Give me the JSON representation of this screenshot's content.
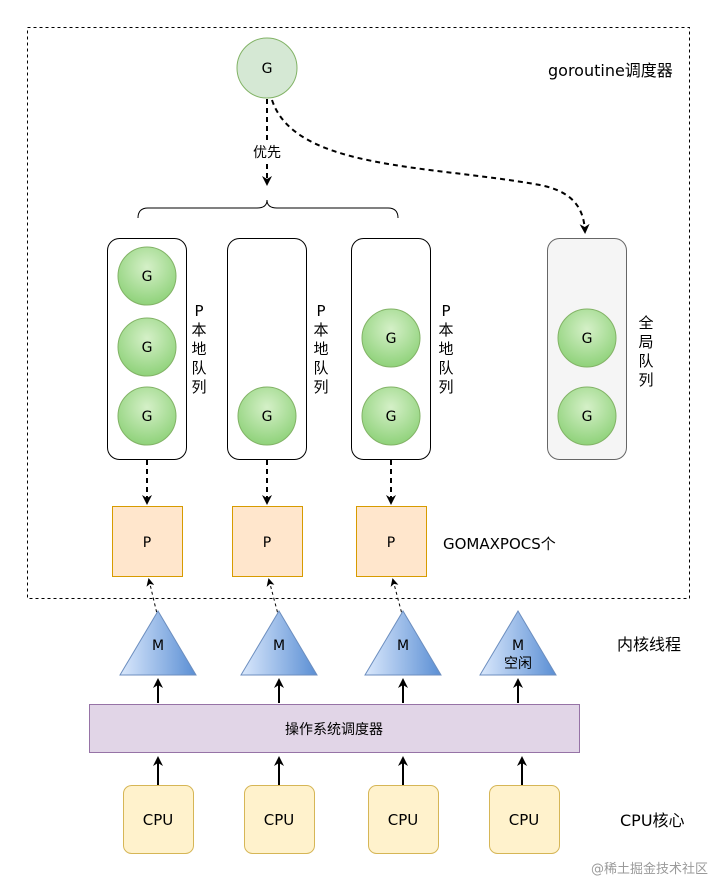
{
  "labels": {
    "goroutine_scheduler": "goroutine调度器",
    "priority": "优先",
    "gomaxprocs": "GOMAXPOCS个",
    "kernel_threads": "内核线程",
    "os_scheduler": "操作系统调度器",
    "cpu_cores": "CPU核心",
    "watermark": "@稀土掘金技术社区",
    "p_local_queue": [
      "P",
      "本",
      "地",
      "队",
      "列"
    ],
    "global_queue": [
      "全",
      "局",
      "队",
      "列"
    ],
    "m_idle": "空闲"
  },
  "node_labels": {
    "goroutine": "G",
    "processor": "P",
    "machine": "M",
    "cpu": "CPU"
  },
  "colors": {
    "g_fill": "#8fd27a",
    "g_stroke": "#82b366",
    "g_top_fill": "#d5e8d4",
    "p_fill": "#ffe6cc",
    "p_stroke": "#d79b00",
    "m_fill": "#5b8fd4",
    "os_fill": "#e1d5e7",
    "os_stroke": "#9673a6",
    "cpu_fill": "#fff2cc",
    "cpu_stroke": "#d6b656",
    "global_fill": "#f5f5f5",
    "global_stroke": "#666666"
  }
}
